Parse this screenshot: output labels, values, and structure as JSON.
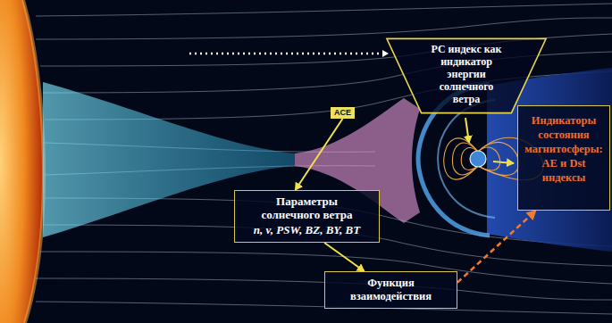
{
  "diagram": {
    "nodes": [
      {
        "text": [
          "PC индекс как индикатор энергии солнечного ветра"
        ]
      },
      {
        "text": [
          "ACE"
        ]
      },
      {
        "text": [
          "Индикаторы состояния магнитосферы: AE и Dst индексы"
        ]
      },
      {
        "text": [
          "Параметры солнечного ветра",
          "n, v, PSW, BZ, BY, BT"
        ]
      },
      {
        "text": [
          "Функция взаимодействия"
        ]
      }
    ],
    "edges": [
      {
        "from": 1,
        "to": 3,
        "arrow": "to"
      },
      {
        "from": 3,
        "to": 4,
        "arrow": "to"
      },
      {
        "from": 4,
        "to": 2,
        "arrow": "to"
      }
    ]
  }
}
